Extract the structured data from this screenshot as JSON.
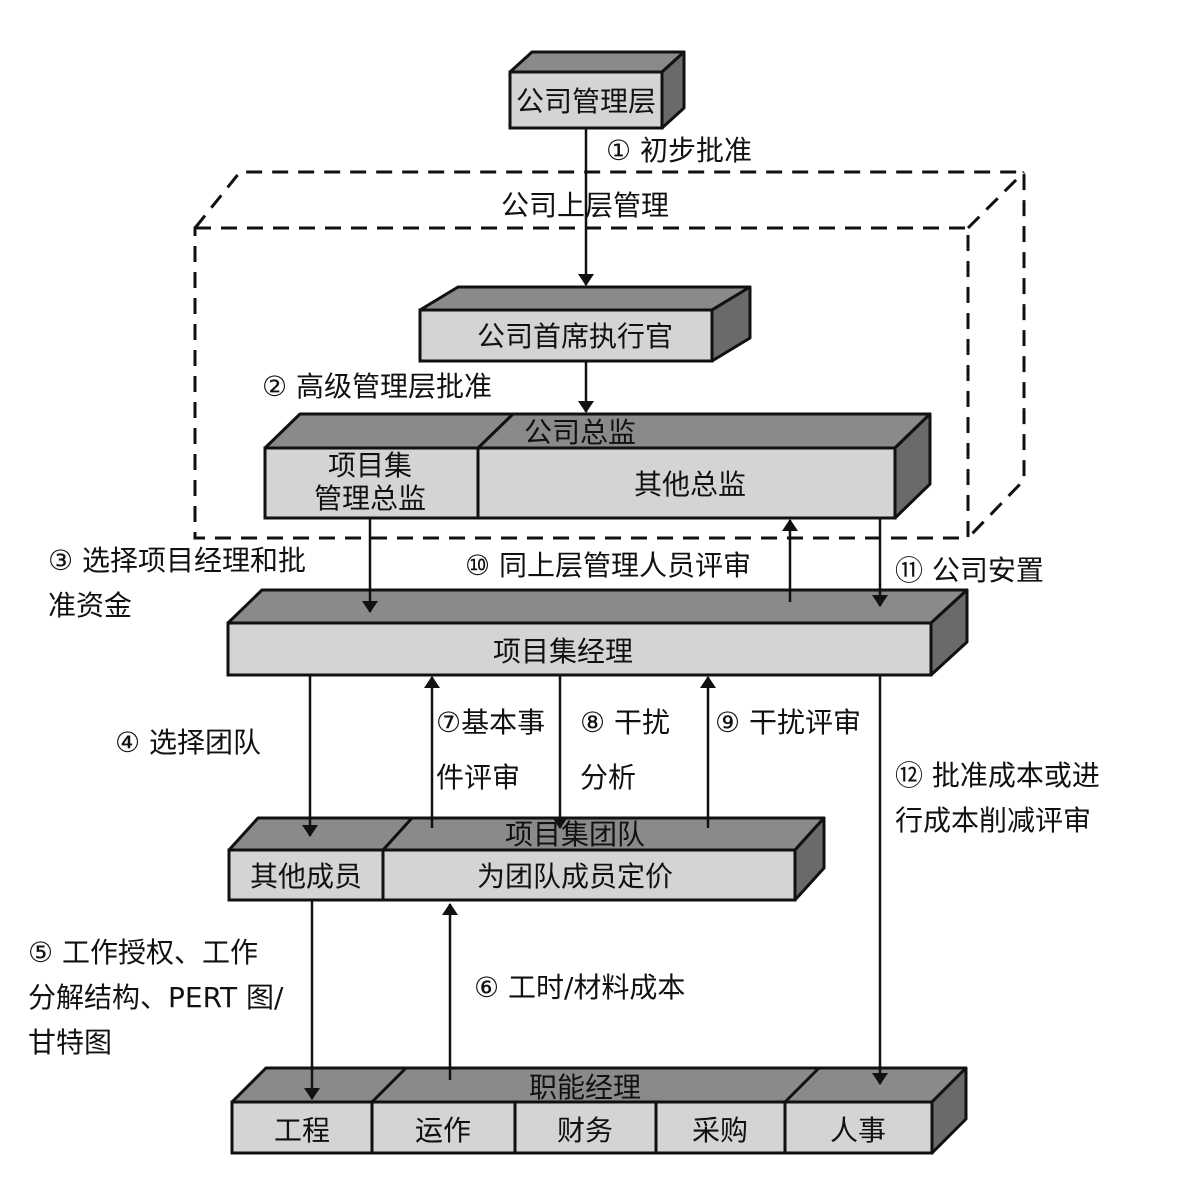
{
  "boxes": {
    "top_mgmt": "公司管理层",
    "ceo": "公司首席执行官",
    "directors_title": "公司总监",
    "program_director_line1": "项目集",
    "program_director_line2": "管理总监",
    "other_directors": "其他总监",
    "program_manager": "项目集经理",
    "team_title": "项目集团队",
    "other_members": "其他成员",
    "pricing": "为团队成员定价",
    "functional_title": "职能经理",
    "functions": [
      "工程",
      "运作",
      "财务",
      "采购",
      "人事"
    ]
  },
  "region_label": "公司上层管理",
  "steps": {
    "s1": "① 初步批准",
    "s2": "② 高级管理层批准",
    "s3_line1": "③ 选择项目经理和批",
    "s3_line2": "准资金",
    "s4": "④ 选择团队",
    "s5_line1": "⑤ 工作授权、工作",
    "s5_line2": "分解结构、PERT 图/",
    "s5_line3": "甘特图",
    "s6": "⑥ 工时/材料成本",
    "s7_line1": "⑦基本事",
    "s7_line2": "件评审",
    "s8_line1": "⑧ 干扰",
    "s8_line2": "分析",
    "s9": "⑨ 干扰评审",
    "s10": "⑩ 同上层管理人员评审",
    "s11": "⑪ 公司安置",
    "s12_line1": "⑫ 批准成本或进",
    "s12_line2": "行成本削减评审"
  }
}
